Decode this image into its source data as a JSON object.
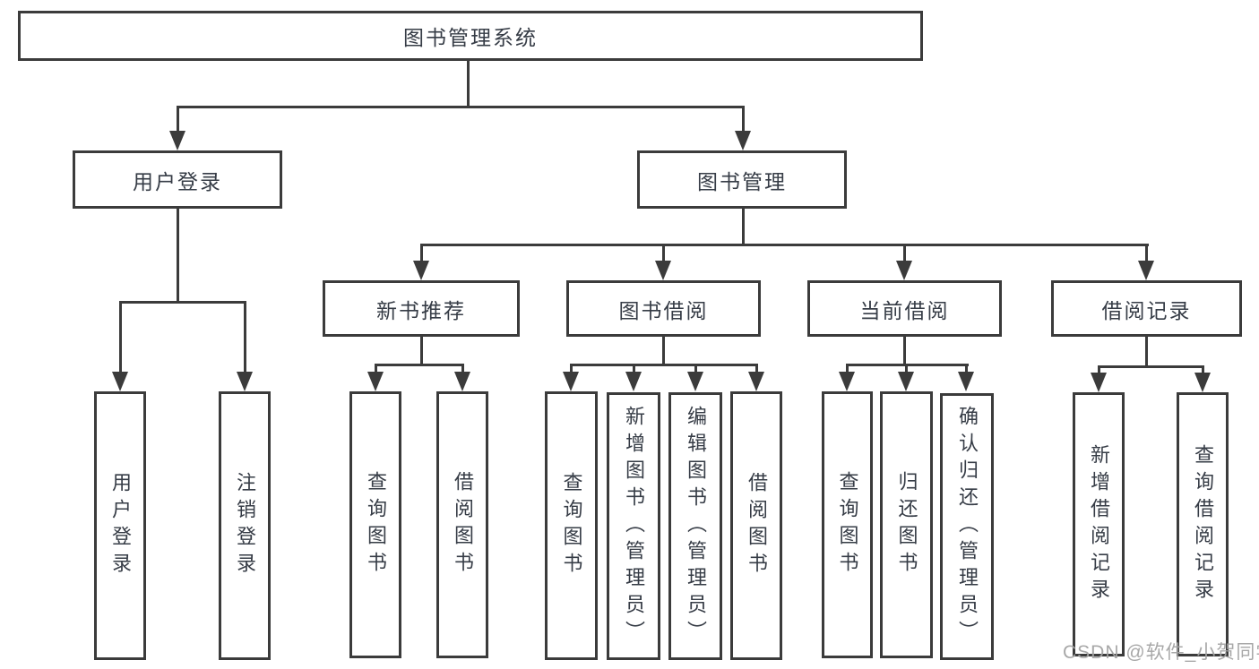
{
  "tree": {
    "root": "图书管理系统",
    "user_login": {
      "label": "用户登录",
      "children": [
        "用户登录",
        "注销登录"
      ]
    },
    "book_mgmt": {
      "label": "图书管理",
      "sections": [
        {
          "label": "新书推荐",
          "children": [
            "查询图书",
            "借阅图书"
          ]
        },
        {
          "label": "图书借阅",
          "children": [
            "查询图书",
            "新增图书（管理员）",
            "编辑图书（管理员）",
            "借阅图书"
          ]
        },
        {
          "label": "当前借阅",
          "children": [
            "查询图书",
            "归还图书",
            "确认归还（管理员）"
          ]
        },
        {
          "label": "借阅记录",
          "children": [
            "新增借阅记录",
            "查询借阅记录"
          ]
        }
      ]
    }
  },
  "watermark": "CSDN @软件_小贺同学",
  "colors": {
    "line": "#3b3b3b",
    "box_border": "#3b3b3b",
    "text": "#363c46",
    "watermark": "#a3a3a3",
    "background": "#ffffff"
  }
}
